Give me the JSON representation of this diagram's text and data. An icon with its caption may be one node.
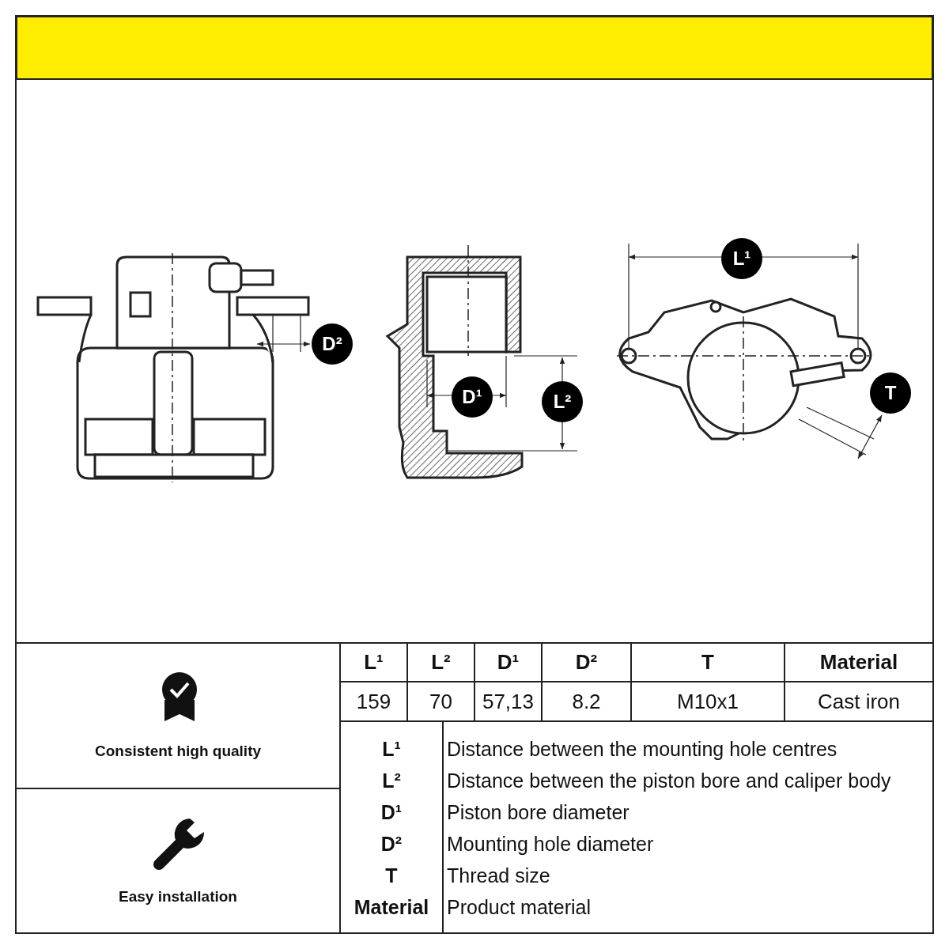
{
  "diagram": {
    "labels": [
      "L¹",
      "D²",
      "D¹",
      "L²",
      "T",
      "L¹",
      "L²",
      "D¹",
      "D²",
      "T",
      "Material",
      "159",
      "70",
      "57,13",
      "8.2",
      "M10x1",
      "Cast iron",
      "Consistent high quality",
      "L¹",
      "Distance between the mounting hole centres",
      "L²",
      "Distance between the piston bore and caliper body",
      "D¹",
      "Piston bore diameter",
      "D²",
      "Mounting hole diameter",
      "T",
      "Thread size",
      "Material",
      "Product material",
      "Easy installation"
    ]
  }
}
